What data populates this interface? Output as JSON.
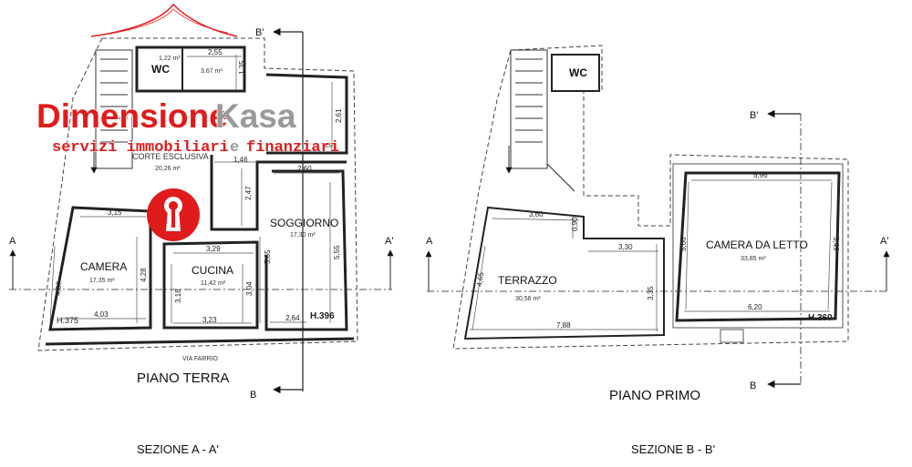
{
  "logo": {
    "brand_part1": "Dimensione",
    "brand_part2": "Kasa",
    "tagline_part1": "servizi immobiliari",
    "tagline_part2": "e",
    "tagline_part3": "finanziari",
    "colors": {
      "red": "#e01b1b",
      "gray": "#9a9a9a"
    }
  },
  "ground_floor": {
    "title": "PIANO TERRA",
    "street": "VIA FARRIO",
    "section_caption": "SEZIONE A - A'",
    "rooms": {
      "wc": "WC",
      "corte": "CORTE ESCLUSIVA",
      "corte_area": "20,26 m²",
      "soggiorno": "SOGGIORNO",
      "soggiorno_area": "17,30 m²",
      "camera": "CAMERA",
      "camera_area": "17,35 m²",
      "cucina": "CUCINA",
      "cucina_area": "11,42 m²",
      "wc_small_area": "1,22 m²",
      "wc_area": "3,67 m²",
      "side_area": "3,89"
    },
    "dims": {
      "d_255": "2,55",
      "d_135": "1,35",
      "d_261": "2,61",
      "d_146": "1,46",
      "d_247": "2,47",
      "d_260": "2,60",
      "d_315": "3,15",
      "d_329": "3,29",
      "d_565": "5,65",
      "d_555": "5,55",
      "d_487": "4,87",
      "d_428": "4,28",
      "d_318": "3,18",
      "d_304": "3,04",
      "d_403": "4,03",
      "d_323": "3,23",
      "d_264": "2,64",
      "h_375": "H.375",
      "h_396": "H.396"
    },
    "markers": {
      "a": "A",
      "a_prime": "A'",
      "b": "B",
      "b_prime": "B'"
    }
  },
  "first_floor": {
    "title": "PIANO PRIMO",
    "section_caption": "SEZIONE B - B'",
    "rooms": {
      "wc": "WC",
      "terrazzo": "TERRAZZO",
      "terrazzo_area": "30,56 m²",
      "camera_letto": "CAMERA DA LETTO",
      "camera_letto_area": "33,85 m²"
    },
    "dims": {
      "d_360": "3,60",
      "d_090": "0,90",
      "d_330": "3,30",
      "d_596": "5,96",
      "d_566": "5,66",
      "d_549": "5,49",
      "d_465": "4,65",
      "d_335": "3,35",
      "d_788": "7,88",
      "d_620": "6,20",
      "h_360": "H.360"
    },
    "markers": {
      "a": "A",
      "a_prime": "A'",
      "b": "B",
      "b_prime": "B'"
    }
  }
}
